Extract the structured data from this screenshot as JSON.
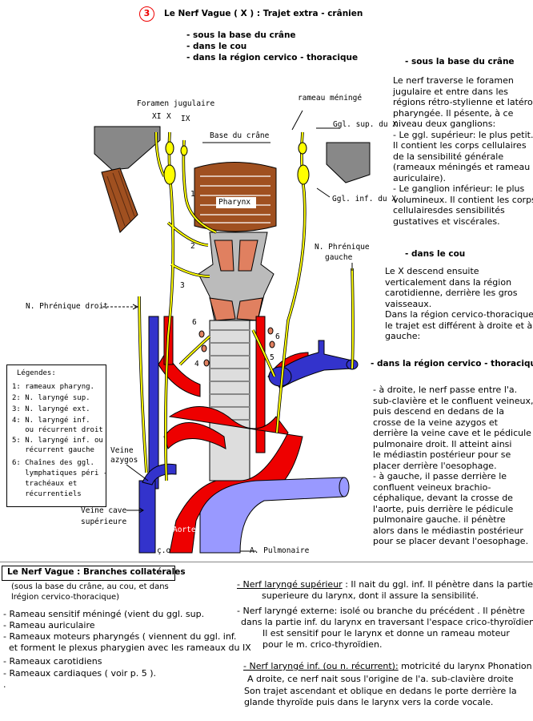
{
  "header": {
    "number": "3",
    "title": "Le Nerf Vague ( X ) : Trajet extra - crânien",
    "items": [
      "- sous la base du crâne",
      "- dans le cou",
      "- dans la région cervico - thoracique"
    ]
  },
  "right": {
    "h1": "- sous la base du crâne",
    "p1": [
      "Le nerf traverse le foramen",
      "jugulaire et entre dans les",
      "régions rétro-stylienne et latéro",
      "pharyngée. Il pésente, à ce",
      "niveau deux ganglions:",
      "- Le ggl. supérieur: le plus petit.",
      "Il contient les corps cellulaires",
      "de la sensibilité générale",
      "(rameaux méningés et rameau",
      "auriculaire).",
      "- Le ganglion inférieur: le plus",
      "volumineux. Il contient les corps",
      "cellulairesdes sensibilités",
      "gustatives et viscérales."
    ],
    "h2": "- dans le cou",
    "p2": [
      "Le X descend ensuite",
      "verticalement dans la région",
      "carotidienne, derrière les gros",
      "vaisseaux.",
      "Dans la région cervico-thoracique",
      "le trajet est différent à droite et à",
      "gauche:"
    ],
    "h3": "- dans la région cervico - thoracique",
    "p3": [
      "- à droite, le nerf passe entre l'a.",
      "sub-clavière et le confluent veineux,",
      "puis descend en dedans de la",
      "crosse de la veine azygos et",
      "derrière la veine cave et le pédicule",
      "pulmonaire droit.  Il atteint ainsi",
      " le médiastin  postérieur pour se",
      " placer derrière  l'oesophage.",
      "- à gauche, il passe derrière le",
      "confluent veineux brachio-",
      "céphalique, devant la crosse de",
      "l'aorte, puis derrière le pédicule",
      "pulmonaire gauche. il pénètre",
      "alors dans le médiastin postérieur",
      "pour se placer devant l'oesophage."
    ]
  },
  "labels": {
    "foramen": "Foramen jugulaire",
    "xi": "XI",
    "x": "X",
    "ix": "IX",
    "base": "Base du crâne",
    "pharynx": "Pharynx",
    "meninge": "rameau méningé",
    "ggl_sup": "Ggl. sup. du X",
    "ggl_inf": "Ggl. inf. du X",
    "phren_g": [
      "N. Phrénique",
      "gauche"
    ],
    "phren_d": "N. Phrénique droit",
    "azygos": [
      "Veine",
      "azygos"
    ],
    "vcs": [
      "Veine cave",
      "supérieure"
    ],
    "aorte": "Aorte",
    "apulm": "A. Pulmonaire",
    "n1": "1",
    "n2": "2",
    "n3": "3",
    "n4": "4",
    "n5": "5",
    "n6a": "6",
    "n6b": "6",
    "bottom_o": "ç.o"
  },
  "legend": {
    "title": "Légendes:",
    "lines": [
      "1: rameaux pharyng.",
      "2: N. laryngé sup.",
      "3: N. laryngé ext.",
      "4: N. laryngé inf.",
      "   ou récurrent droit",
      "5: N. laryngé inf. ou",
      "   récurrent gauche",
      "6: Chaînes des  ggl.",
      "   lymphatiques péri -",
      "   trachéaux et",
      "   récurrentiels"
    ]
  },
  "branches": {
    "title": "Le Nerf Vague :  Branches collatérales",
    "subtitle": [
      "(sous la base du crâne, au cou, et dans",
      "lrégion cervico-thoracique)"
    ],
    "left": [
      "- Rameau sensitif méningé (vient du ggl. sup.",
      "- Rameau auriculaire",
      "",
      "- Rameaux moteurs pharyngés ( viennent du ggl. inf.",
      "  et forment le plexus pharygien avec les rameaux du IX",
      "- Rameaux carotidiens",
      "- Rameaux cardiaques  ( voir p. 5 ).",
      "."
    ],
    "sup_head": "- Nerf laryngé supérieur",
    "sup_rest": " : Il nait du ggl. inf.  Il  pénètre dans la partie",
    "sup_more": [
      "superieure du larynx, dont il assure la sensibilité."
    ],
    "ext": [
      "- Nerf laryngé externe: isolé ou branche du précédent . Il pénètre",
      "dans la partie inf. du larynx en traversant l'espace  crico-thyroïdien.",
      "Il est sensitif pour le larynx   et donne un rameau moteur",
      "pour le m. crico-thyroïdien."
    ],
    "inf_head": "- Nerf laryngé inf. (ou n. récurrent):",
    "inf_rest": " motricité du larynx  Phonation",
    "inf_more": [
      "A droite, ce nerf nait sous l'origine de l'a. sub-clavière droite",
      "Son trajet ascendant et oblique en dedans le porte derrière la",
      "glande thyroïde puis dans le larynx  vers la corde vocale."
    ]
  },
  "colors": {
    "nerve": "#ffff00",
    "artery": "#ff0000",
    "vein": "#3333cc",
    "pulmonary": "#9999ff",
    "muscle": "#a05020",
    "bone": "#888888"
  }
}
